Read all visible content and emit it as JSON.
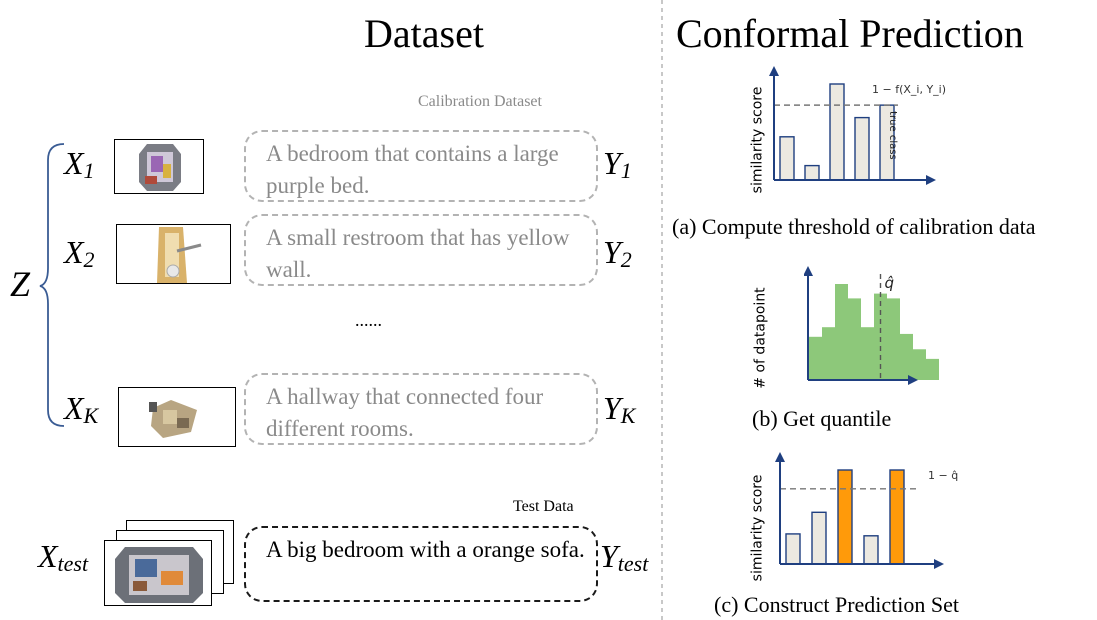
{
  "dataset": {
    "title": "Dataset",
    "calibration_label": "Calibration Dataset",
    "test_label": "Test Data",
    "set_symbol": "Z",
    "ellipsis": "......",
    "rows": [
      {
        "x_main": "X",
        "x_sub": "1",
        "y_main": "Y",
        "y_sub": "1",
        "caption": "A bedroom that contains a large purple bed."
      },
      {
        "x_main": "X",
        "x_sub": "2",
        "y_main": "Y",
        "y_sub": "2",
        "caption": "A small restroom that has yellow wall."
      },
      {
        "x_main": "X",
        "x_sub": "K",
        "y_main": "Y",
        "y_sub": "K",
        "caption": "A hallway that connected four different rooms."
      }
    ],
    "test": {
      "x_main": "X",
      "x_sub": "test",
      "y_main": "Y",
      "y_sub": "test",
      "caption": "A big bedroom with a orange sofa."
    }
  },
  "conformal": {
    "title": "Conformal Prediction",
    "panel_a": {
      "caption": "(a) Compute threshold of calibration data",
      "ylabel": "similarity score",
      "threshold_label": "1 − f(X_i, Y_i)",
      "bar_label": "true class",
      "bars": [
        0.45,
        0.15,
        1.0,
        0.65,
        0.78
      ],
      "threshold": 0.78,
      "true_class_index": 4
    },
    "panel_b": {
      "caption": "(b) Get quantile",
      "ylabel": "# of datapoint",
      "quantile_label": "q̂",
      "bars": [
        0.45,
        0.55,
        1.0,
        0.85,
        0.55,
        0.9,
        0.85,
        0.48,
        0.32,
        0.22
      ],
      "quantile_position": 0.55,
      "bar_color": "#8dc87a"
    },
    "panel_c": {
      "caption": "(c) Construct Prediction Set",
      "ylabel": "similarity score",
      "threshold_label": "1 − q̂",
      "bars": [
        0.32,
        0.55,
        1.0,
        0.3,
        1.0
      ],
      "selected": [
        false,
        false,
        true,
        false,
        true
      ],
      "threshold": 0.8,
      "selected_color": "#ff9a0a",
      "unselected_color": "#ece9e1"
    }
  }
}
